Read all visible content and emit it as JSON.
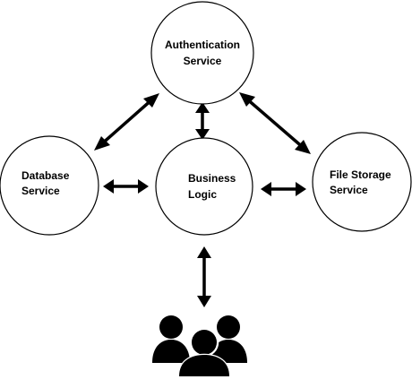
{
  "nodes": {
    "authentication": {
      "line1": "Authentication",
      "line2": "Service"
    },
    "database": {
      "line1": "Database",
      "line2": "Service"
    },
    "business": {
      "line1": "Business",
      "line2": "Logic"
    },
    "storage": {
      "line1": "File Storage",
      "line2": "Service"
    }
  },
  "edges": [
    {
      "from": "authentication",
      "to": "database",
      "direction": "bidirectional"
    },
    {
      "from": "authentication",
      "to": "business",
      "direction": "bidirectional"
    },
    {
      "from": "authentication",
      "to": "storage",
      "direction": "bidirectional"
    },
    {
      "from": "database",
      "to": "business",
      "direction": "bidirectional"
    },
    {
      "from": "business",
      "to": "storage",
      "direction": "bidirectional"
    },
    {
      "from": "business",
      "to": "users",
      "direction": "bidirectional"
    }
  ],
  "icons": {
    "users": "users-group-icon"
  },
  "colors": {
    "stroke": "#000000",
    "background": "#ffffff"
  }
}
